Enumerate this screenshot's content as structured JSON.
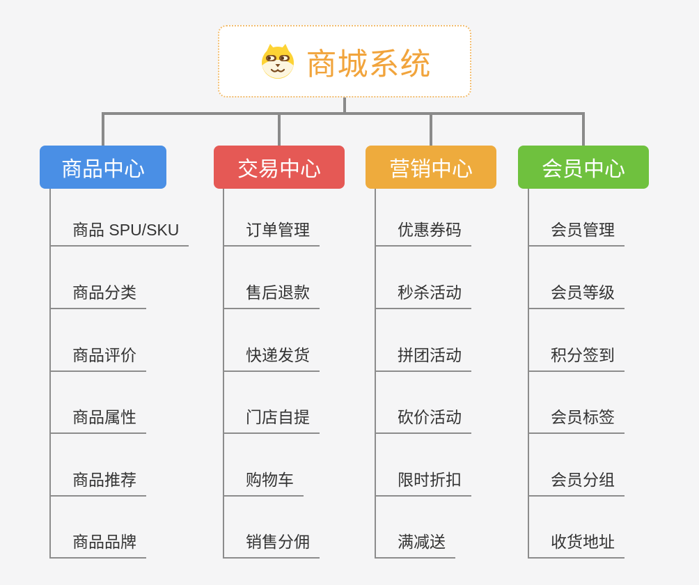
{
  "page": {
    "background_color": "#f5f5f6",
    "connector_color": "#8a8a8a",
    "underline_color": "#8c8c8c",
    "leaf_text_color": "#333333"
  },
  "root": {
    "label": "商城系统",
    "icon": "dog-face-icon",
    "text_color": "#f1a43c",
    "border_color": "#f2bc6d"
  },
  "branches": [
    {
      "label": "商品中心",
      "color": "#4a8fe5",
      "children": [
        "商品 SPU/SKU",
        "商品分类",
        "商品评价",
        "商品属性",
        "商品推荐",
        "商品品牌"
      ]
    },
    {
      "label": "交易中心",
      "color": "#e55955",
      "children": [
        "订单管理",
        "售后退款",
        "快递发货",
        "门店自提",
        "购物车",
        "销售分佣"
      ]
    },
    {
      "label": "营销中心",
      "color": "#eeab3d",
      "children": [
        "优惠券码",
        "秒杀活动",
        "拼团活动",
        "砍价活动",
        "限时折扣",
        "满减送"
      ]
    },
    {
      "label": "会员中心",
      "color": "#6fc13e",
      "children": [
        "会员管理",
        "会员等级",
        "积分签到",
        "会员标签",
        "会员分组",
        "收货地址"
      ]
    }
  ]
}
